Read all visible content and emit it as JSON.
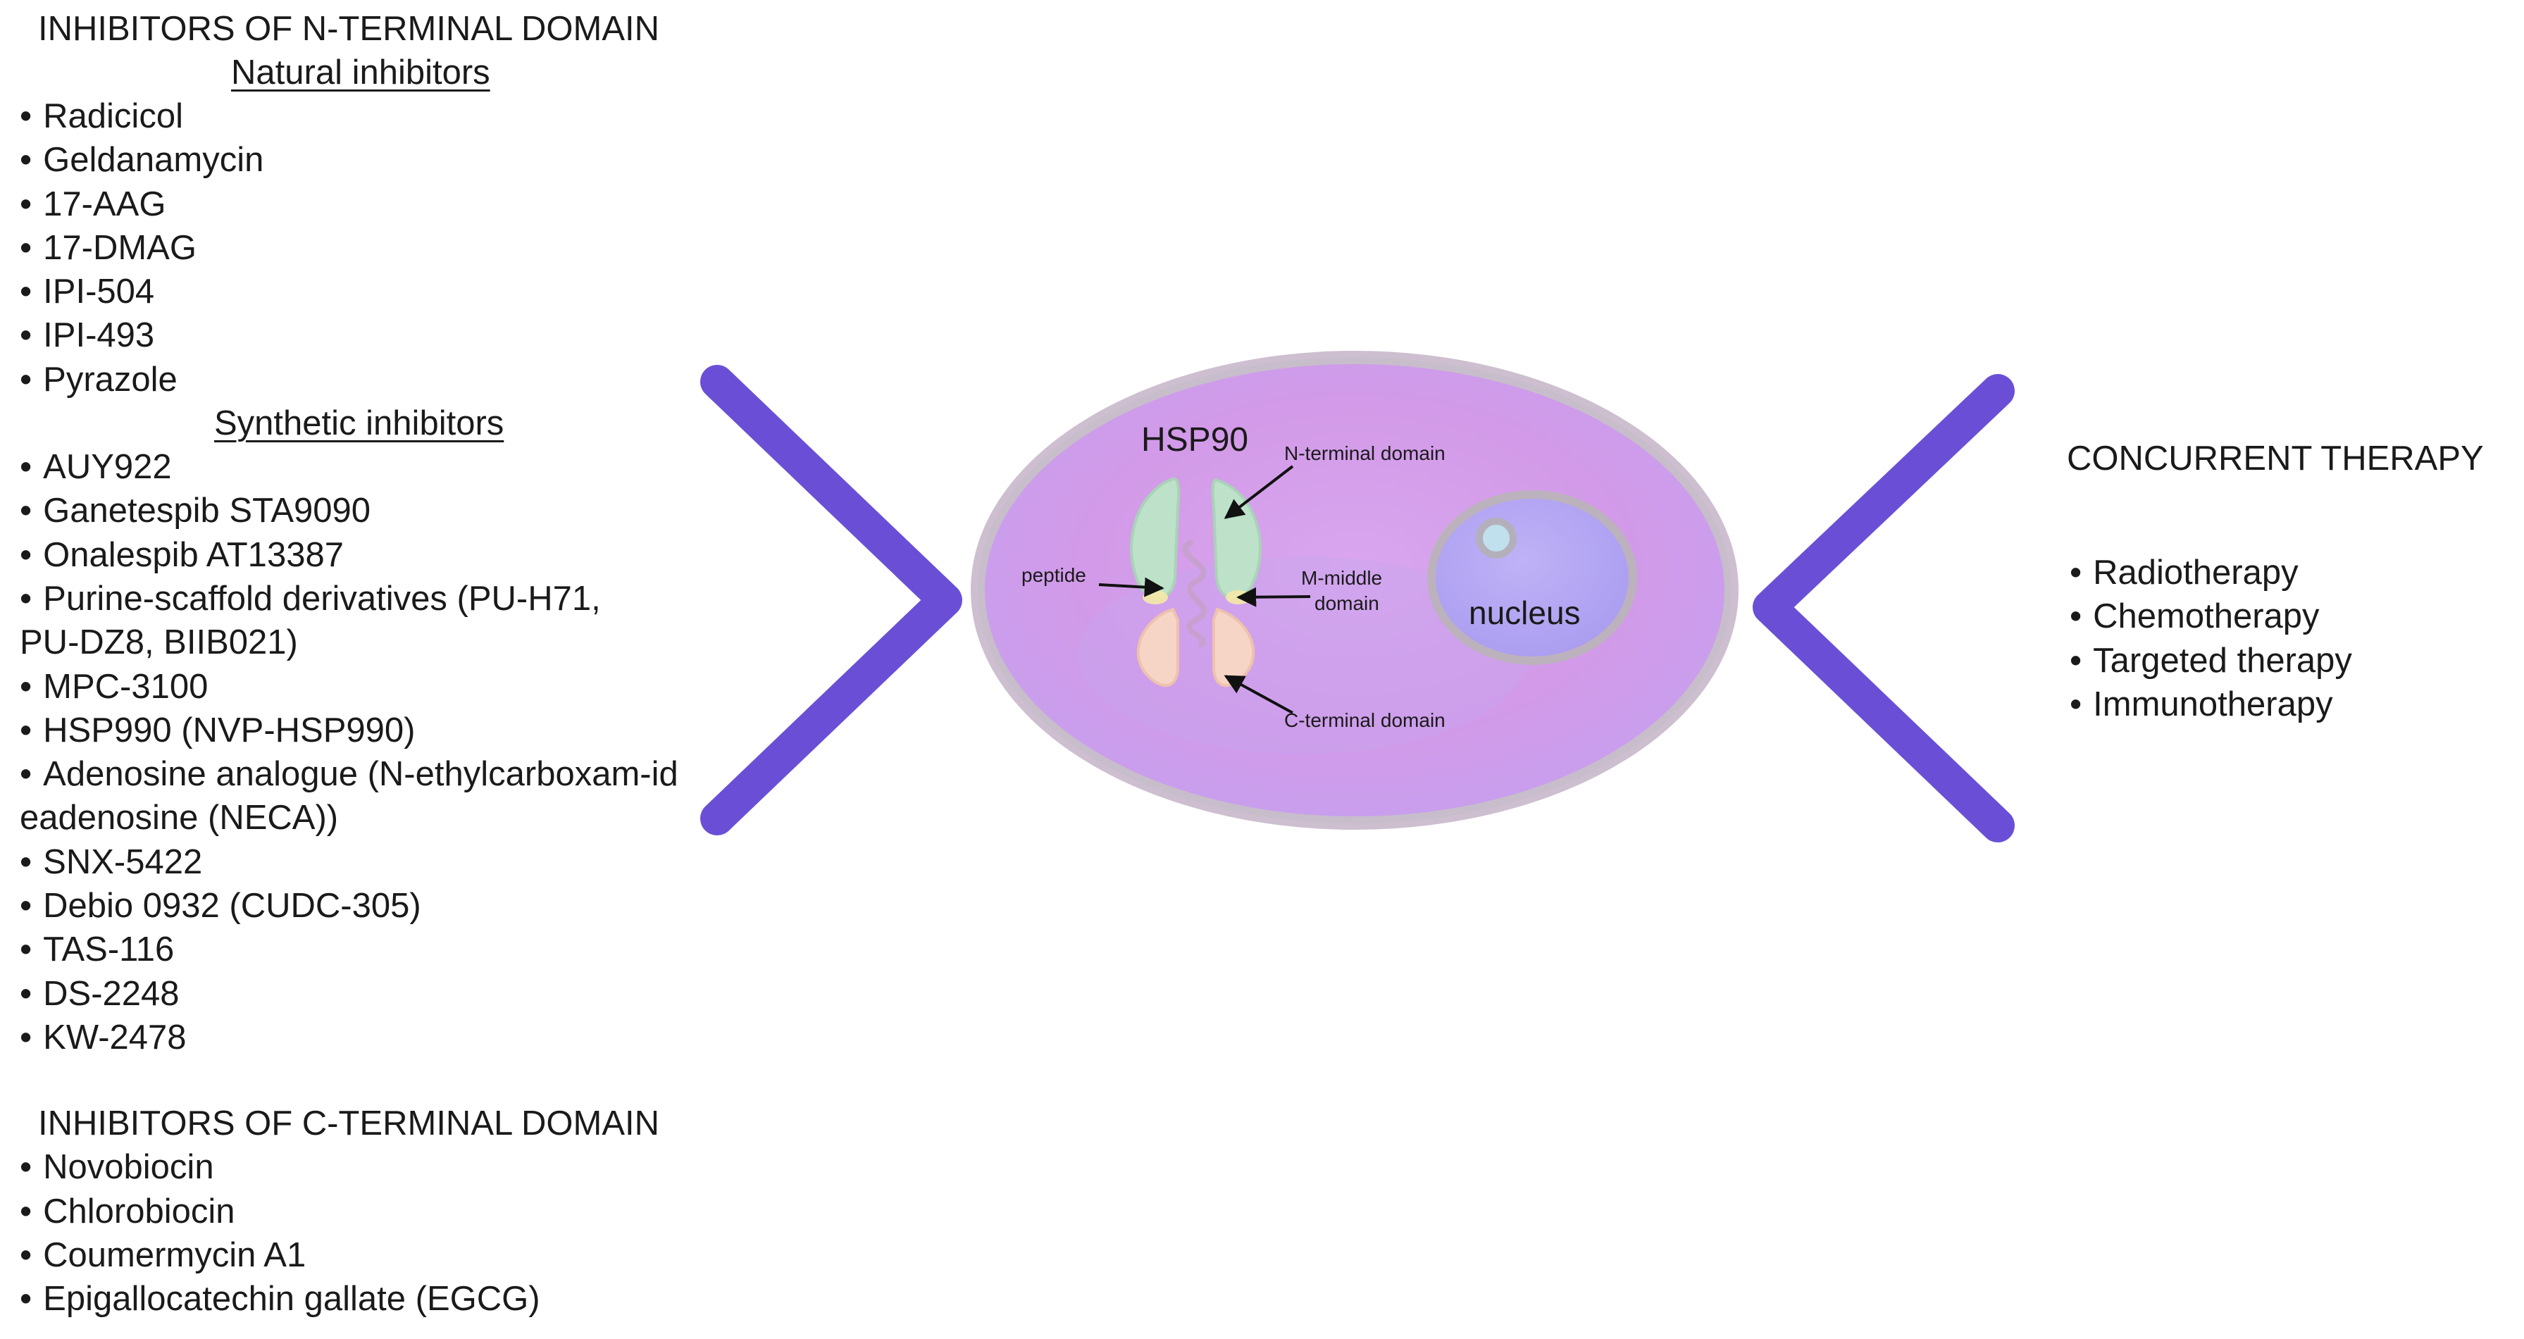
{
  "n_terminal": {
    "title": "INHIBITORS OF N-TERMINAL DOMAIN",
    "natural_title": "Natural inhibitors",
    "natural": [
      "Radicicol",
      "Geldanamycin",
      "17-AAG",
      "17-DMAG",
      "IPI-504",
      "IPI-493",
      "Pyrazole"
    ],
    "synthetic_title": "Synthetic inhibitors",
    "synthetic": [
      "AUY922",
      "Ganetespib STA9090",
      "Onalespib AT13387",
      "Purine-scaffold derivatives (PU-H71, PU-DZ8, BIIB021)",
      "MPC-3100",
      "HSP990 (NVP-HSP990)",
      "Adenosine analogue (N-ethylcarboxam-ideadenosine (NECA))",
      "SNX-5422",
      "Debio 0932 (CUDC-305)",
      "TAS-116",
      "DS-2248",
      "KW-2478"
    ]
  },
  "c_terminal": {
    "title": "INHIBITORS OF C-TERMINAL DOMAIN",
    "items": [
      "Novobiocin",
      "Chlorobiocin",
      "Coumermycin A1",
      "Epigallocatechin gallate (EGCG)"
    ]
  },
  "concurrent": {
    "title": "CONCURRENT THERAPY",
    "items": [
      "Radiotherapy",
      "Chemotherapy",
      "Targeted therapy",
      "Immunotherapy"
    ]
  },
  "cell": {
    "protein_label": "HSP90",
    "nucleus_label": "nucleus",
    "n_domain_label": "N-terminal domain",
    "peptide_label": "peptide",
    "m_domain_label_1": "M-middle",
    "m_domain_label_2": "domain",
    "c_domain_label": "C-terminal domain"
  },
  "colors": {
    "chevron": "#6a4fd6",
    "cell_fill": "#d99ee6",
    "cell_stroke": "#c8c0c8",
    "nucleus_fill": "#b8a8f0",
    "n_domain": "#b9e0c6",
    "c_domain": "#f6d4c3"
  }
}
